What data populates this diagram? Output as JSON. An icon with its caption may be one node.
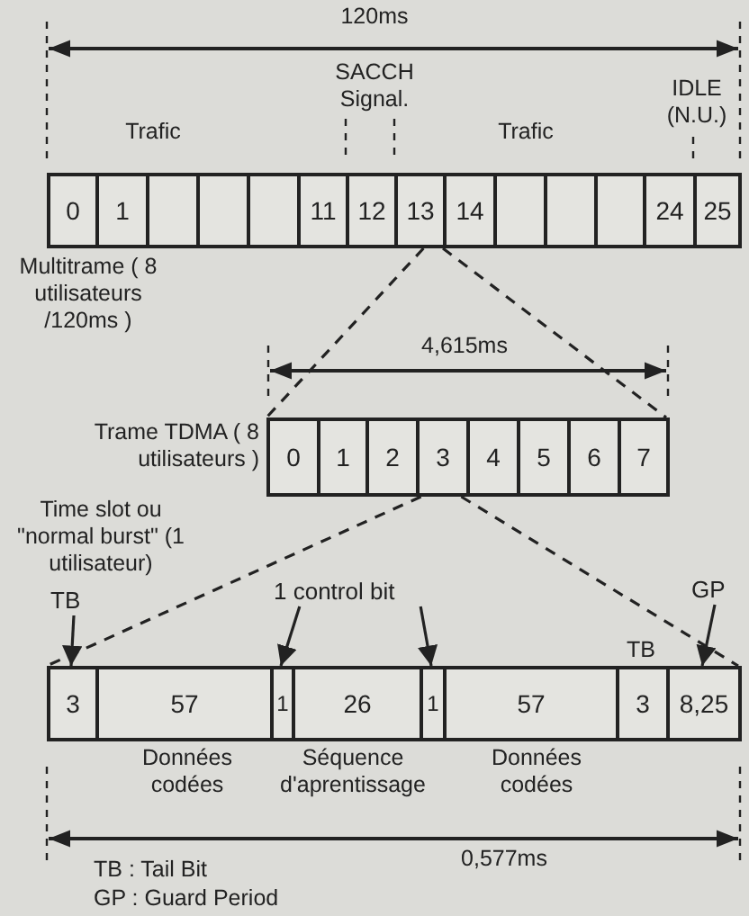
{
  "diagram": {
    "nodes": [
      {
        "text": [
          "0"
        ]
      },
      {
        "text": [
          "1"
        ]
      },
      {
        "text": [],
        "shape": "box"
      },
      {
        "text": [],
        "shape": "box"
      },
      {
        "text": [],
        "shape": "box"
      },
      {
        "text": [
          "11"
        ]
      },
      {
        "text": [
          "12"
        ]
      },
      {
        "text": [
          "13"
        ]
      },
      {
        "text": [
          "14"
        ]
      },
      {
        "text": [],
        "shape": "box"
      },
      {
        "text": [],
        "shape": "box"
      },
      {
        "text": [],
        "shape": "box"
      },
      {
        "text": [
          "24"
        ]
      },
      {
        "text": [
          "25"
        ]
      },
      {
        "text": [
          "0"
        ]
      },
      {
        "text": [
          "1"
        ]
      },
      {
        "text": [
          "2"
        ]
      },
      {
        "text": [
          "3"
        ]
      },
      {
        "text": [
          "4"
        ]
      },
      {
        "text": [
          "5"
        ]
      },
      {
        "text": [
          "6"
        ]
      },
      {
        "text": [
          "7"
        ]
      },
      {
        "text": [
          "TB"
        ]
      },
      {
        "text": [
          "1 control bit"
        ]
      },
      {
        "text": [
          "GP"
        ]
      },
      {
        "text": [
          "3"
        ]
      },
      {
        "text": [
          "57"
        ]
      },
      {
        "text": [
          "1"
        ]
      },
      {
        "text": [
          "26"
        ]
      },
      {
        "text": [
          "1"
        ]
      },
      {
        "text": [
          "57"
        ]
      },
      {
        "text": [
          "3"
        ]
      },
      {
        "text": [
          "8,25"
        ]
      }
    ],
    "edges": [
      {
        "from": 7,
        "to": 14,
        "arrow": "none",
        "style": "dashed"
      },
      {
        "from": 7,
        "to": 21,
        "arrow": "none",
        "style": "dashed"
      },
      {
        "from": 17,
        "to": 25,
        "arrow": "none",
        "style": "dashed"
      },
      {
        "from": 17,
        "to": 32,
        "arrow": "none",
        "style": "dashed"
      },
      {
        "from": 22,
        "to": 25,
        "arrow": "to"
      },
      {
        "from": 23,
        "to": 27,
        "arrow": "to"
      },
      {
        "from": 23,
        "to": 29,
        "arrow": "to"
      },
      {
        "from": 24,
        "to": 32,
        "arrow": "to"
      }
    ],
    "labels": [
      "120ms",
      "SACCH Signal.",
      "IDLE (N.U.)",
      "Trafic",
      "Trafic",
      "Multitrame ( 8 utilisateurs /120ms )",
      "4,615ms",
      "Trame TDMA ( 8 utilisateurs )",
      "Time slot ou \"normal burst\" (1 utilisateur)",
      "TB",
      "Données codées",
      "Séquence d'aprentissage",
      "Données codées",
      "0,577ms",
      "TB : Tail Bit",
      "GP : Guard Period"
    ]
  }
}
